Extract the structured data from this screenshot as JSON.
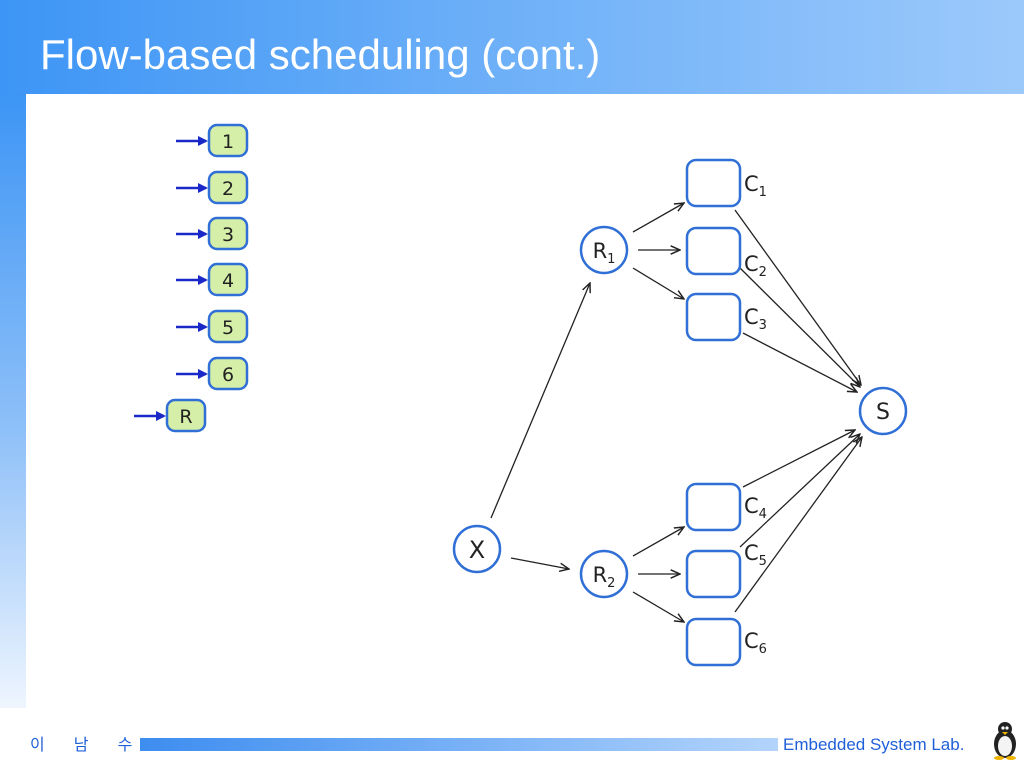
{
  "slide": {
    "title": "Flow-based scheduling (cont.)"
  },
  "queue": {
    "items": [
      "1",
      "2",
      "3",
      "4",
      "5",
      "6",
      "R"
    ]
  },
  "graph": {
    "source": {
      "label": "X"
    },
    "routers": [
      {
        "label": "R",
        "sub": "1"
      },
      {
        "label": "R",
        "sub": "2"
      }
    ],
    "computers": [
      {
        "label": "C",
        "sub": "1"
      },
      {
        "label": "C",
        "sub": "2"
      },
      {
        "label": "C",
        "sub": "3"
      },
      {
        "label": "C",
        "sub": "4"
      },
      {
        "label": "C",
        "sub": "5"
      },
      {
        "label": "C",
        "sub": "6"
      }
    ],
    "sink": {
      "label": "S"
    }
  },
  "footer": {
    "author": "이 남 수",
    "lab": "Embedded System Lab."
  },
  "colors": {
    "accent": "#3d95f5",
    "node_stroke": "#2f6fd6",
    "queue_fill": "#d6efa8",
    "queue_arrow": "#1a28c8",
    "footer_text": "#1f5fd8"
  },
  "icons": {
    "mascot": "penguin-icon"
  }
}
